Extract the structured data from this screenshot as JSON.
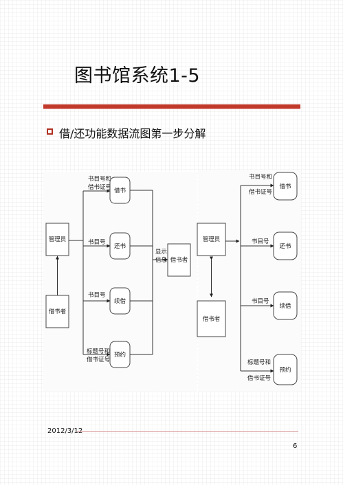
{
  "slide": {
    "title": "图书馆系统1-5",
    "subtitle": "借/还功能数据流图第一步分解",
    "date": "2012/3/12",
    "page": "6",
    "accent_color": "#c0392b"
  },
  "left_diagram": {
    "entities": {
      "admin": "管理员",
      "borrower": "借书者"
    },
    "processes": {
      "borrow": "借书",
      "return": "还书",
      "renew": "续借",
      "reserve": "预约"
    },
    "flow_labels": {
      "borrow_line1": "书目号和",
      "borrow_line2": "借书证号",
      "return": "书目号",
      "renew": "书目号",
      "reserve_line1": "标题号和",
      "reserve_line2": "借书证号",
      "display_line1": "显示",
      "display_line2": "信息"
    },
    "output_entity": "借书者"
  },
  "right_diagram": {
    "entities": {
      "admin": "管理员",
      "borrower": "借书者"
    },
    "processes": {
      "borrow": "借书",
      "return": "还书",
      "renew": "续借",
      "reserve": "预约"
    },
    "flow_labels": {
      "borrow_line1": "书目号和",
      "borrow_line2": "借书证号",
      "return": "书目号",
      "renew": "书目号",
      "reserve_line1": "标题号和",
      "reserve_line2": "借书证号"
    }
  }
}
